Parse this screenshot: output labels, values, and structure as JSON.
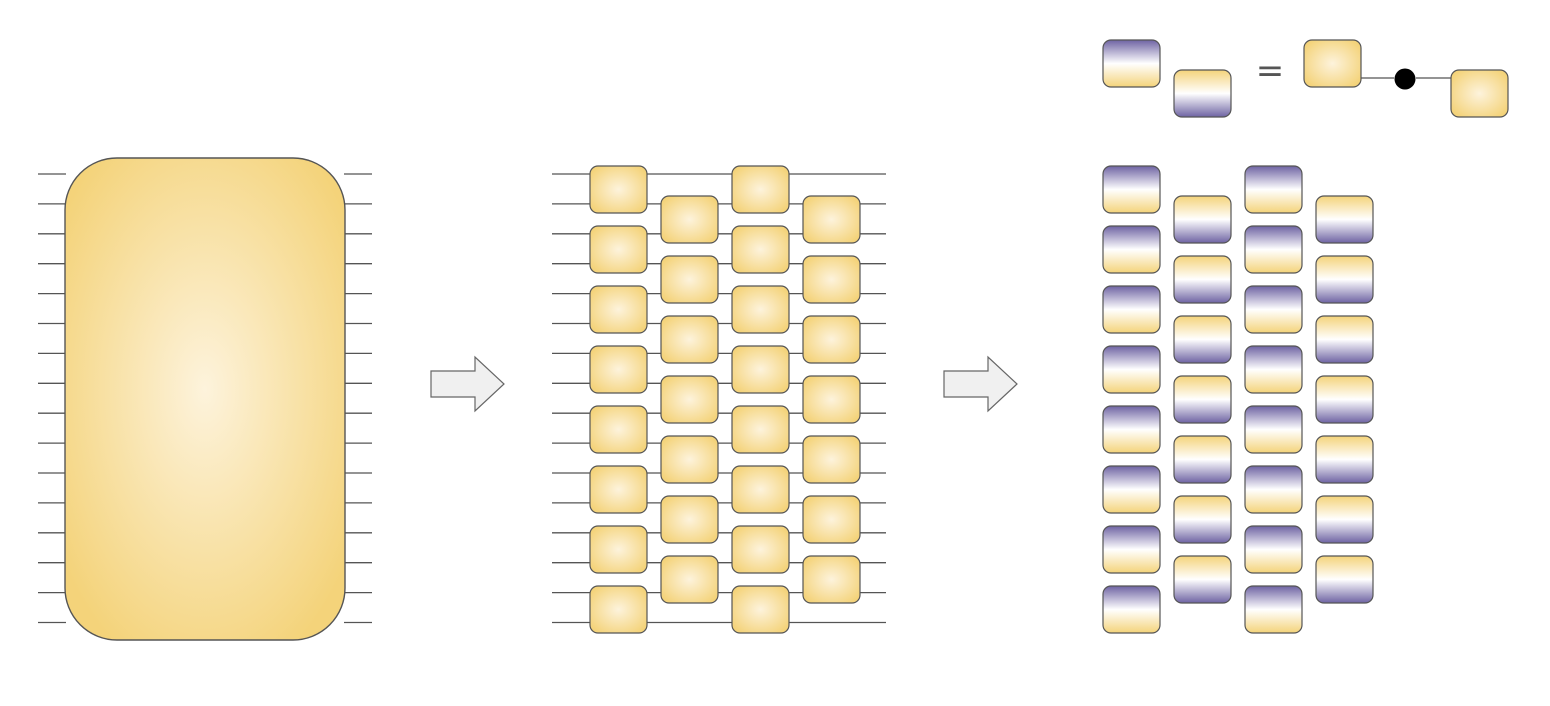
{
  "equation": {
    "symbol": "="
  },
  "colors": {
    "gold": "#f4d37a",
    "gold_light": "#fdf3dc",
    "purple": "#6e63a3",
    "stroke": "#555555",
    "arrow_fill": "#f0f0f0",
    "node": "#000000"
  },
  "panels": [
    {
      "name": "full-unitary",
      "wires": 16
    },
    {
      "name": "brickwork-circuit",
      "wires": 16,
      "layers": 4
    },
    {
      "name": "factorized-circuit",
      "layers": 4
    }
  ]
}
